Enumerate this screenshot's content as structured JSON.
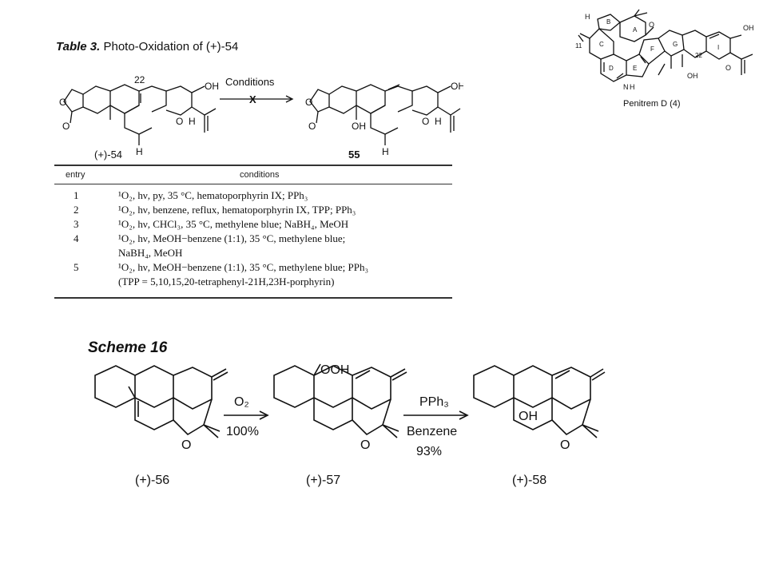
{
  "table": {
    "title_prefix": "Table 3.",
    "title_text": "Photo-Oxidation of (+)-54",
    "arrow_label": "Conditions",
    "arrow_mark": "X",
    "left_compound": "(+)-54",
    "right_compound": "55",
    "atom_label_22": "22",
    "header_entry": "entry",
    "header_conditions": "conditions",
    "rows": [
      {
        "entry": "1",
        "conditions": "¹O₂, hν, py, 35 °C, hematoporphyrin IX; PPh₃"
      },
      {
        "entry": "2",
        "conditions": "¹O₂, hν, benzene, reflux, hematoporphyrin IX, TPP; PPh₃"
      },
      {
        "entry": "3",
        "conditions": "¹O₂, hν, CHCl₃, 35 °C, methylene blue; NaBH₄, MeOH"
      },
      {
        "entry": "4",
        "conditions": "¹O₂, hν, MeOH−benzene (1:1), 35 °C, methylene blue;",
        "continuation": "NaBH₄, MeOH"
      },
      {
        "entry": "5",
        "conditions": "¹O₂, hν, MeOH−benzene (1:1), 35 °C, methylene blue; PPh₃",
        "continuation": "(TPP = 5,10,15,20-tetraphenyl-21H,23H-porphyrin)"
      }
    ]
  },
  "penitrem": {
    "caption": "Penitrem D (4)",
    "ring_labels": [
      "A",
      "B",
      "C",
      "D",
      "E",
      "F",
      "G",
      "I"
    ],
    "atom_11": "11",
    "atom_22": "22",
    "nh": "N",
    "nh_h": "H",
    "oh1": "OH",
    "oh2": "OH",
    "ring_o1": "O",
    "ring_o2": "O"
  },
  "scheme": {
    "title": "Scheme 16",
    "step1_reagent": "O₂",
    "step1_yield": "100%",
    "step2_reagent": "PPh₃",
    "step2_solvent": "Benzene",
    "step2_yield": "93%",
    "compounds": [
      "(+)-56",
      "(+)-57",
      "(+)-58"
    ],
    "ooh": "OOH",
    "oh": "OH",
    "o_label": "O"
  }
}
